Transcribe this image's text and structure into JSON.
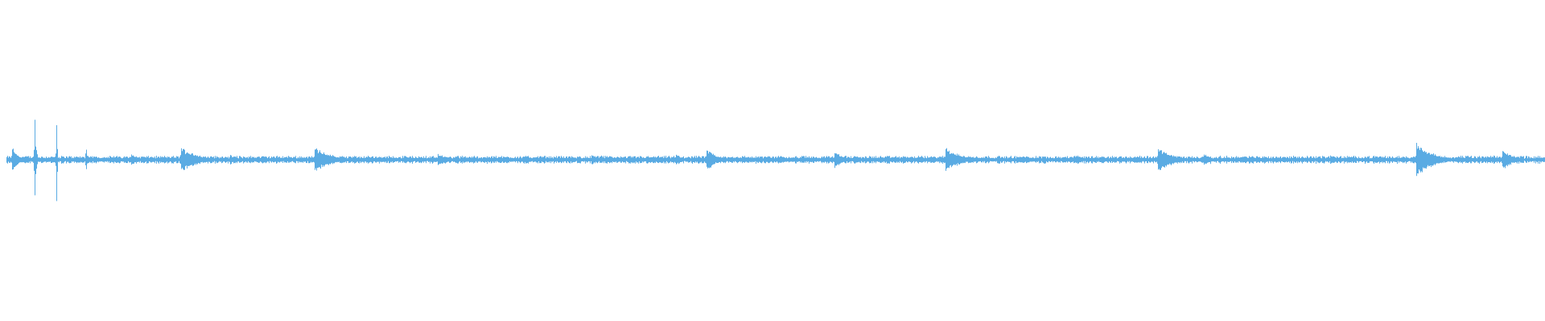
{
  "waveform": {
    "color": "#5aabe3",
    "background": "#ffffff",
    "baseline_amplitude": 0.012,
    "noise_amplitude": 0.018,
    "duration_fraction_visible": 1.0,
    "spikes": [
      {
        "t": 0.0035,
        "amp": 0.1,
        "decay": 0.004
      },
      {
        "t": 0.018,
        "amp": 0.45,
        "decay": 0.0008
      },
      {
        "t": 0.0185,
        "amp": 0.87,
        "decay": 0.0002
      },
      {
        "t": 0.0325,
        "amp": 0.97,
        "decay": 0.0002
      },
      {
        "t": 0.0515,
        "amp": 0.31,
        "decay": 0.0002
      },
      {
        "t": 0.081,
        "amp": 0.05,
        "decay": 0.004
      },
      {
        "t": 0.113,
        "amp": 0.1,
        "decay": 0.012
      },
      {
        "t": 0.145,
        "amp": 0.04,
        "decay": 0.005
      },
      {
        "t": 0.2,
        "amp": 0.11,
        "decay": 0.01
      },
      {
        "t": 0.28,
        "amp": 0.05,
        "decay": 0.008
      },
      {
        "t": 0.38,
        "amp": 0.04,
        "decay": 0.006
      },
      {
        "t": 0.435,
        "amp": 0.05,
        "decay": 0.004
      },
      {
        "t": 0.455,
        "amp": 0.09,
        "decay": 0.006
      },
      {
        "t": 0.503,
        "amp": 0.04,
        "decay": 0.004
      },
      {
        "t": 0.538,
        "amp": 0.07,
        "decay": 0.006
      },
      {
        "t": 0.61,
        "amp": 0.1,
        "decay": 0.01
      },
      {
        "t": 0.695,
        "amp": 0.04,
        "decay": 0.005
      },
      {
        "t": 0.748,
        "amp": 0.1,
        "decay": 0.01
      },
      {
        "t": 0.778,
        "amp": 0.05,
        "decay": 0.005
      },
      {
        "t": 0.86,
        "amp": 0.04,
        "decay": 0.005
      },
      {
        "t": 0.916,
        "amp": 0.15,
        "decay": 0.01
      },
      {
        "t": 0.972,
        "amp": 0.08,
        "decay": 0.008
      }
    ]
  }
}
